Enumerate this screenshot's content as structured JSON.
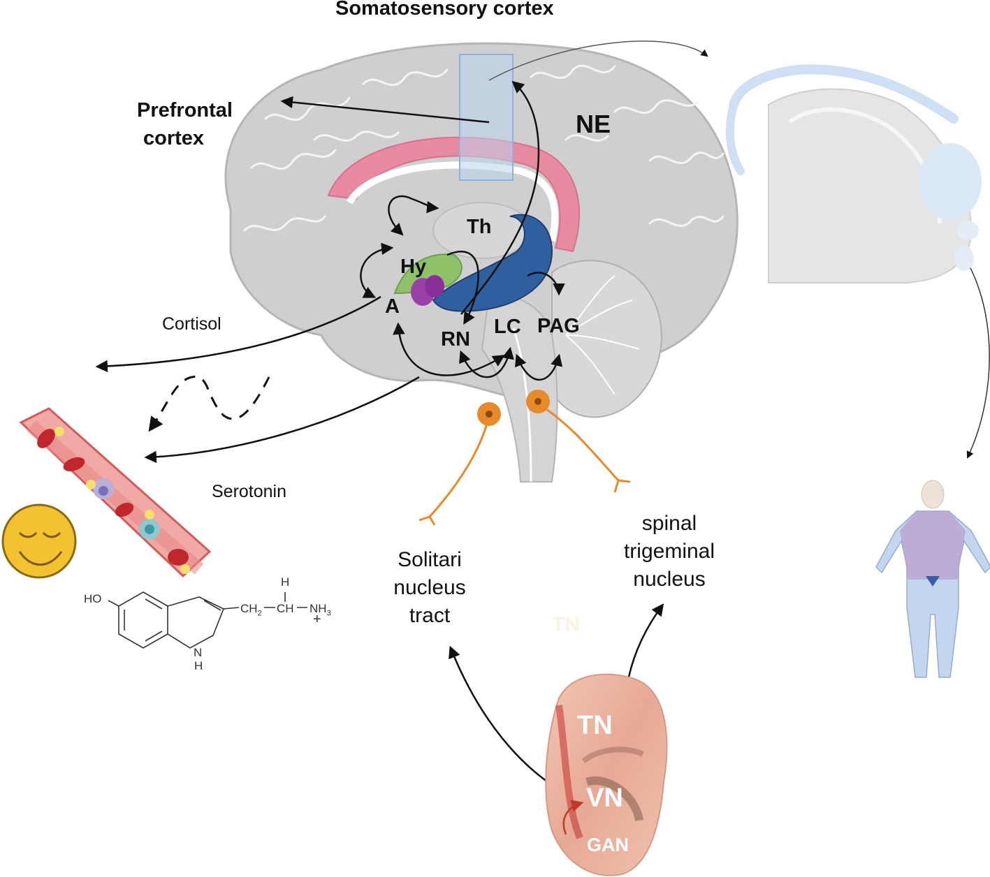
{
  "labels": {
    "somatosensory": "Somatosensory cortex",
    "prefrontal_line1": "Prefrontal",
    "prefrontal_line2": "cortex",
    "ne": "NE",
    "th": "Th",
    "hy": "Hy",
    "a": "A",
    "rn": "RN",
    "lc": "LC",
    "pag": "PAG",
    "cortisol": "Cortisol",
    "serotonin": "Serotonin",
    "solitari_line1": "Solitari",
    "solitari_line2": "nucleus",
    "solitari_line3": "tract",
    "spinal_line1": "spinal",
    "spinal_line2": "trigeminal",
    "spinal_line3": "nucleus",
    "faint_tn": "TN",
    "ear_tn": "TN",
    "ear_vn": "VN",
    "ear_gan": "GAN"
  },
  "chemical": {
    "ho": "HO",
    "ch2": "CH",
    "ch2_sub": "2",
    "ch": "CH",
    "nh3": "NH",
    "nh3_sub": "3",
    "h_top": "H",
    "n_ring": "N",
    "h_ring": "H",
    "plus": "+"
  },
  "colors": {
    "brain": "#c9c9c9",
    "corpus_callosum": "#e88aa0",
    "hypothalamus": "#8fc06a",
    "hippocampus": "#2f5f9e",
    "amygdala": "#9b3fa8",
    "neuron": "#e8892a",
    "vessel": "#e87a7a",
    "face": "#f2c230"
  }
}
